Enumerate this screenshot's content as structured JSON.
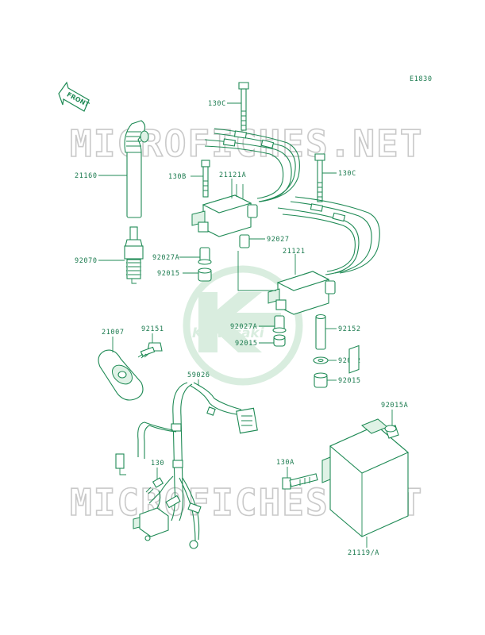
{
  "diagram": {
    "ref_code": "E1830",
    "front_label": "FRONT",
    "watermark": "MICROFICHES.NET",
    "logo": "Kawasaki",
    "parts": [
      {
        "id": "130c-top",
        "label": "130C"
      },
      {
        "id": "130b",
        "label": "130B"
      },
      {
        "id": "21121a",
        "label": "21121A"
      },
      {
        "id": "130c-right",
        "label": "130C"
      },
      {
        "id": "21160",
        "label": "21160"
      },
      {
        "id": "92027",
        "label": "92027"
      },
      {
        "id": "92027a-top",
        "label": "92027A"
      },
      {
        "id": "21121",
        "label": "21121"
      },
      {
        "id": "92070",
        "label": "92070"
      },
      {
        "id": "92015-top",
        "label": "92015"
      },
      {
        "id": "92027a-mid",
        "label": "92027A"
      },
      {
        "id": "21007",
        "label": "21007"
      },
      {
        "id": "92151",
        "label": "92151"
      },
      {
        "id": "92152",
        "label": "92152"
      },
      {
        "id": "92015-mid",
        "label": "92015"
      },
      {
        "id": "92022",
        "label": "92022"
      },
      {
        "id": "92015-right",
        "label": "92015"
      },
      {
        "id": "59026",
        "label": "59026"
      },
      {
        "id": "92015a",
        "label": "92015A"
      },
      {
        "id": "130",
        "label": "130"
      },
      {
        "id": "130a",
        "label": "130A"
      },
      {
        "id": "21119a",
        "label": "21119/A"
      }
    ]
  },
  "colors": {
    "line": "#1f8a55",
    "watermark": "#c9c9c9",
    "logo": "#d9eddf"
  }
}
